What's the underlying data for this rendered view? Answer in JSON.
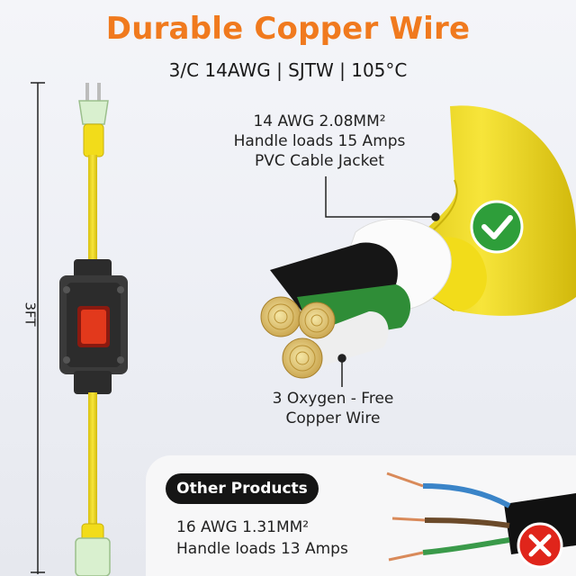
{
  "header": {
    "title": "Durable Copper Wire",
    "subtitle": "3/C 14AWG | SJTW | 105°C"
  },
  "dimension": {
    "length_label": "3FT"
  },
  "spec_callout": {
    "lines": [
      "14 AWG 2.08MM²",
      "Handle loads 15 Amps",
      "PVC Cable Jacket"
    ]
  },
  "copper_callout": {
    "lines": [
      "3 Oxygen - Free",
      "Copper Wire"
    ]
  },
  "comparison": {
    "badge_label": "Other Products",
    "lines": [
      "16 AWG 1.31MM²",
      "Handle loads 13 Amps"
    ]
  },
  "colors": {
    "accent": "#f07a1e",
    "cable": "#f2dc1a",
    "good": "#2e9e3a",
    "bad": "#e0251b"
  },
  "icons": [
    "check-icon",
    "cross-icon"
  ]
}
